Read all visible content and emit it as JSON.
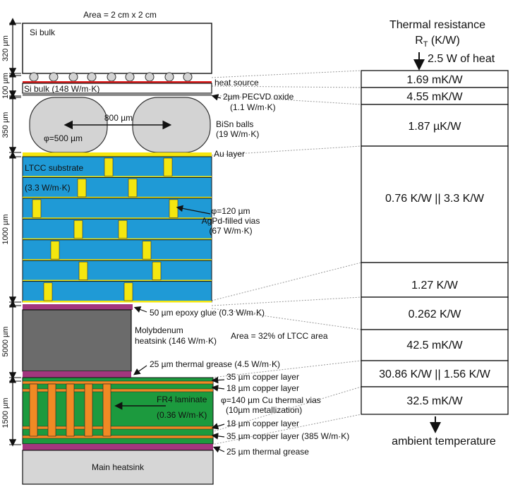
{
  "top_area_label": "Area = 2 cm x 2 cm",
  "dimensions": [
    "320 µm",
    "100 µm",
    "350 µm",
    "1000 µm",
    "5000 µm",
    "1500 µm"
  ],
  "left_labels": {
    "si_bulk_top": "Si bulk",
    "heat_source": "heat source",
    "si_bulk": "Si bulk (148 W/m·K)",
    "oxide_1": "2µm PECVD oxide",
    "oxide_2": "(1.1 W/m·K)",
    "ball_pitch": "800 µm",
    "ball_dia": "φ=500 µm",
    "bisn_1": "BiSn balls",
    "bisn_2": "(19 W/m·K)",
    "au_layer": "Au layer",
    "ltcc_1": "LTCC substrate",
    "ltcc_2": "(3.3 W/m·K)",
    "vias_1": "φ=120 µm",
    "vias_2": "AgPd-filled vias",
    "vias_3": "(67 W/m·K)",
    "epoxy": "50 µm epoxy glue (0.3 W/m·K)",
    "moly_1": "Molybdenum",
    "moly_2": "heatsink (146 W/m·K)",
    "area_pct": "Area = 32% of LTCC area",
    "grease_1": "25 µm thermal grease (4.5 W/m·K)",
    "cu_35_top": "35 µm copper layer",
    "cu_18_top": "18 µm copper layer",
    "fr4_1": "FR4 laminate",
    "fr4_2": "(0.36 W/m·K)",
    "cuvia_1": "φ=140 µm Cu thermal vias",
    "cuvia_2": "(10µm metallization)",
    "cu_18_bot": "18 µm copper layer",
    "cu_35_bot": "35 µm copper layer (385 W/m·K)",
    "grease_2": "25 µm thermal grease",
    "main_heatsink": "Main heatsink"
  },
  "resistance_panel": {
    "title_1": "Thermal resistance",
    "title_2_main": "R",
    "title_2_sub": "T",
    "title_2_unit": " (K/W)",
    "heat_in": "2.5 W of heat",
    "ambient": "ambient temperature",
    "cells": [
      "1.69 mK/W",
      "4.55 mK/W",
      "1.87 µK/W",
      "0.76 K/W  ||  3.3 K/W",
      "1.27 K/W",
      "0.262 K/W",
      "42.5 mK/W",
      "30.86 K/W  ||  1.56 K/W",
      "32.5 mK/W"
    ]
  },
  "colors": {
    "ltcc": "#1f9ad6",
    "via_gold": "#f4e60f",
    "fr4": "#1c9a3e",
    "cu_via": "#f08a24",
    "moly": "#6b6b6b",
    "magenta": "#a3367e",
    "heat_source": "#e02020",
    "ball": "#d3d3d3",
    "heatsink": "#d6d6d6"
  }
}
